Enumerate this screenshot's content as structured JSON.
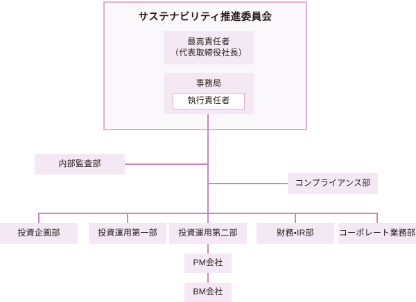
{
  "chart": {
    "type": "org-chart",
    "title": "サステナビリティ推進委員会",
    "committee": {
      "frame_label": "サステナビリティ推進委員会",
      "members": [
        {
          "label": "最高責任者\n（代表取締役社長）"
        },
        {
          "label": "事務局",
          "sub_label": "執行責任者"
        }
      ]
    },
    "staff_units": [
      {
        "label": "内部監査部",
        "side": "left"
      },
      {
        "label": "コンプライアンス部",
        "side": "right"
      }
    ],
    "divisions": [
      {
        "label": "投資企画部"
      },
      {
        "label": "投資運用第一部"
      },
      {
        "label": "投資運用第二部"
      },
      {
        "label": "財務・IR部"
      },
      {
        "label": "コーポレート業務部"
      }
    ],
    "subsidiaries": [
      {
        "label": "PM会社",
        "parent": "投資運用第二部"
      },
      {
        "label": "BM会社",
        "parent": "PM会社"
      }
    ],
    "colors": {
      "frame_border": "#eba8d4",
      "frame_background": "#fbf8fb",
      "node_background": "#f4e8f4",
      "connector": "#d183bb",
      "nested_box_border": "#e9a6d0",
      "nested_box_background": "#ffffff",
      "text": "#231815"
    }
  }
}
